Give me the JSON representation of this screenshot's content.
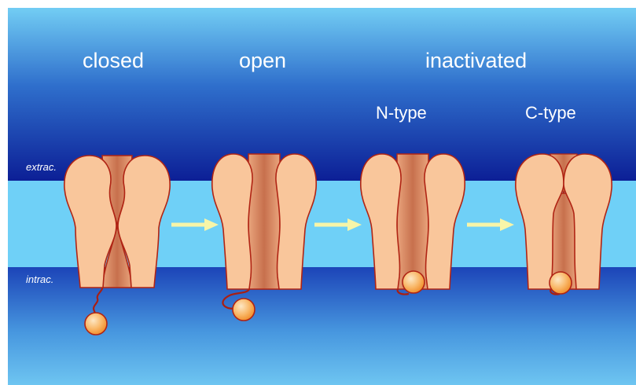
{
  "labels": {
    "closed": "closed",
    "open": "open",
    "inactivated": "inactivated",
    "n_type": "N-type",
    "c_type": "C-type",
    "extrac": "extrac.",
    "intrac": "intrac."
  },
  "colors": {
    "sky_top": "#6ec9f2",
    "deep_blue": "#0e239a",
    "membrane": "#6fd0f7",
    "channel_fill": "#f9c69b",
    "channel_outline": "#b02414",
    "pore": "#d88a66",
    "ball": "#f7a23c",
    "arrow": "#f7f5a8"
  },
  "icons": [
    "closed-channel-icon",
    "open-channel-icon",
    "n-type-inactivated-channel-icon",
    "c-type-inactivated-channel-icon",
    "inactivation-ball-icon",
    "transition-arrow-icon"
  ]
}
